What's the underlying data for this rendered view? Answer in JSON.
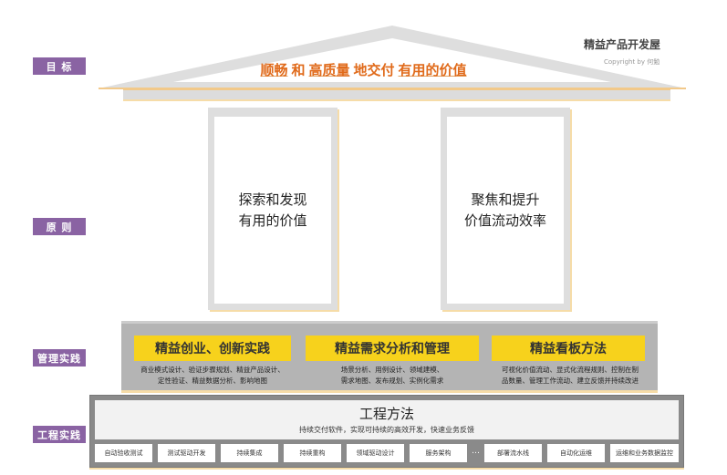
{
  "header": {
    "title": "精益产品开发屋",
    "copyright": "Copyright by 何勉"
  },
  "labels": {
    "goal": "目 标",
    "principle": "原 则",
    "management": "管理实践",
    "engineering": "工程实践"
  },
  "goal": {
    "part1": "顺畅",
    "part2": "和",
    "part3": "高质量",
    "part4": "地交付",
    "part5": "有用的价值"
  },
  "pillars": [
    {
      "line1": "探索和发现",
      "line2": "有用的价值"
    },
    {
      "line1": "聚焦和提升",
      "line2": "价值流动效率"
    }
  ],
  "management": [
    {
      "title": "精益创业、创新实践",
      "desc1": "商业模式设计、验证步骤规划、精益产品设计、",
      "desc2": "定性验证、精益数据分析、影响地图"
    },
    {
      "title": "精益需求分析和管理",
      "desc1": "场景分析、用例设计、领域建模、",
      "desc2": "需求地图、发布规划、实例化需求"
    },
    {
      "title": "精益看板方法",
      "desc1": "可视化价值流动、显式化流程规则、控制在制",
      "desc2": "品数量、管理工作流动、建立反馈并持续改进"
    }
  ],
  "engineering": {
    "title": "工程方法",
    "subtitle": "持续交付软件，实现可持续的高效开发，快速业务反馈",
    "items": [
      "自动验收测试",
      "测试驱动开发",
      "持续集成",
      "持续重构",
      "领域驱动设计",
      "服务架构",
      "部署流水线",
      "自动化运维",
      "运维和业务数据监控"
    ],
    "ellipsis": "…"
  },
  "colors": {
    "label": "#8a63a3",
    "goal_text": "#e06a1a",
    "practice_box": "#f7d21c"
  }
}
